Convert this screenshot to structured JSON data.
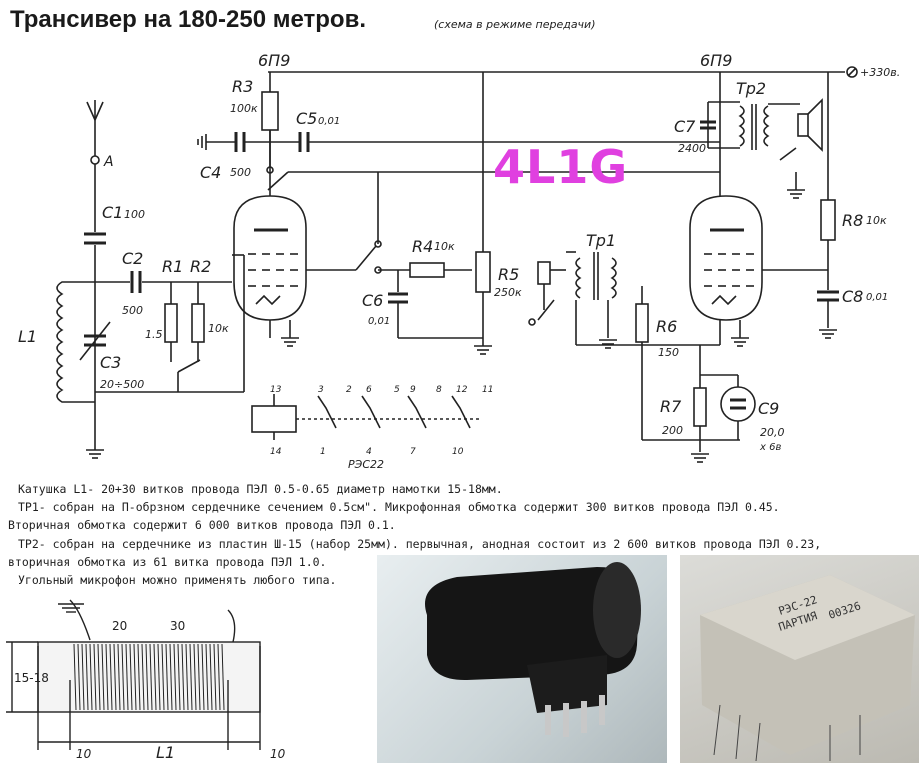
{
  "header": {
    "title": "Трансивер на 180-250 метров.",
    "subtitle": "(схема в режиме передачи)"
  },
  "watermark": "4L1G",
  "schematic": {
    "tube_left": "6П9",
    "tube_right": "6П9",
    "supply": "+330в.",
    "antenna": "A",
    "components": {
      "R3": "R3",
      "R3_val": "100к",
      "C5": "C5",
      "C5_val": "0,01",
      "C4": "C4",
      "C4_val": "500",
      "C1": "C1",
      "C1_val": "100",
      "C2": "C2",
      "C2_val": "500",
      "R1": "R1",
      "R1_val": "1.5",
      "R2": "R2",
      "R2_val": "10к",
      "L1": "L1",
      "C3": "C3",
      "C3_val": "20÷500",
      "R4": "R4",
      "R4_val": "10к",
      "C6": "C6",
      "C6_val": "0,01",
      "R5": "R5",
      "R5_val": "250к",
      "Tr1": "Тр1",
      "Tr2": "Тр2",
      "C7": "C7",
      "C7_val": "2400",
      "R8": "R8",
      "R8_val": "10к",
      "C8": "C8",
      "C8_val": "0,01",
      "R6": "R6",
      "R6_val": "150",
      "R7": "R7",
      "R7_val": "200",
      "C9": "C9",
      "C9_val": "20,0",
      "C9_val2": "х 6в"
    },
    "relay": {
      "name": "РЭС22",
      "top_pins": [
        "13",
        "3",
        "2",
        "6",
        "5",
        "9",
        "8",
        "12",
        "11"
      ],
      "bottom_pins": [
        "14",
        "1",
        "4",
        "7",
        "10"
      ]
    }
  },
  "notes": [
    "Катушка L1- 20+30 витков провода ПЭЛ 0.5-0.65  диаметр намотки 15-18мм.",
    "ТР1- собран на П-обрзном сердечнике сечением 0.5см\". Микрофонная обмотка содержит 300 витков провода ПЭЛ 0.45.",
    "Вторичная обмотка содержит 6 000 витков провода ПЭЛ 0.1.",
    "ТР2- собран на сердечнике из пластин Ш-15 (набор 25мм). первычная, анодная состоит из 2 600 витков провода ПЭЛ 0.23,",
    "вторичная обмотка из 61 витка провода ПЭЛ 1.0.",
    "Угольный микрофон можно применять любого типа."
  ],
  "coil_drawing": {
    "dim_height": "15-18",
    "turns_a": "20",
    "turns_b": "30",
    "dim_left": "10",
    "dim_right": "10",
    "label": "L1"
  },
  "photos": {
    "tube": "vacuum-tube-photo",
    "relay": "relay-photo",
    "relay_marks": [
      "РЭС-22",
      "ПАРТИЯ",
      "00326"
    ]
  }
}
